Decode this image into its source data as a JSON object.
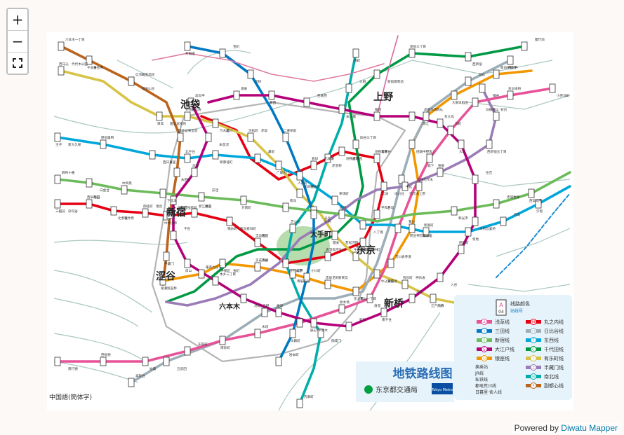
{
  "controls": {
    "zoom_in": "+",
    "zoom_out": "−"
  },
  "attribution": {
    "prefix": "Powered by ",
    "link": "Diwatu Mapper"
  },
  "map": {
    "title": "地铁路线图",
    "operator_toei": "东京都交通局",
    "operator_metro": "Tokyo Metro",
    "language_note": "中国語(簡体字)",
    "legend_header": "线路颜色",
    "legend_sub": "站线号",
    "legend_code_letter": "A",
    "legend_code_num": "04",
    "legend_lines": [
      {
        "code": "A",
        "name": "浅草线",
        "color": "#e85298"
      },
      {
        "code": "I",
        "name": "三田线",
        "color": "#0079c2"
      },
      {
        "code": "S",
        "name": "新宿线",
        "color": "#6cbb5a"
      },
      {
        "code": "E",
        "name": "大江户线",
        "color": "#b6007a"
      },
      {
        "code": "G",
        "name": "银座线",
        "color": "#f39700"
      },
      {
        "code": "M",
        "name": "丸之内线",
        "color": "#e60012"
      },
      {
        "code": "H",
        "name": "日比谷线",
        "color": "#9caeb7"
      },
      {
        "code": "T",
        "name": "东西线",
        "color": "#00a7db"
      },
      {
        "code": "C",
        "name": "千代田线",
        "color": "#009944"
      },
      {
        "code": "Y",
        "name": "有乐町线",
        "color": "#d7c447"
      },
      {
        "code": "Z",
        "name": "半藏门线",
        "color": "#9b7cb6"
      },
      {
        "code": "N",
        "name": "南北线",
        "color": "#00ada9"
      },
      {
        "code": "F",
        "name": "副都心线",
        "color": "#bb641d"
      }
    ],
    "legend_misc": [
      "换乘站",
      "JR线",
      "私铁线",
      "都电荒川线",
      "日暮里·舍人线"
    ],
    "hub_stations": [
      "池袋",
      "上野",
      "新宿",
      "大手町",
      "东京",
      "涩谷",
      "新桥",
      "六本木"
    ],
    "station_labels": [
      "西马込",
      "泉岳寺",
      "白金高轮",
      "目黑",
      "惠比寿",
      "品川",
      "浜松町",
      "大门",
      "神谷町",
      "霞关",
      "日比谷",
      "银座",
      "有乐町",
      "京桥",
      "日本桥",
      "三越前",
      "神田",
      "秋叶原",
      "御徒町",
      "浅草",
      "押上",
      "锦糸町",
      "两国",
      "森下",
      "清澄白河",
      "门前仲町",
      "月岛",
      "丰洲",
      "茗荷谷",
      "后乐园",
      "春日",
      "饭田桥",
      "九段下",
      "神保町",
      "市谷",
      "四谷",
      "赤坂见附",
      "青山一丁目",
      "表参道",
      "明治神宫前",
      "代代木",
      "中野坂上",
      "高田马场",
      "早稻田",
      "护国寺",
      "王子",
      "巢鸭",
      "西日暮里",
      "北千住",
      "新御徒町",
      "藏前",
      "人形町",
      "茅场町",
      "八丁堀",
      "新富町",
      "筑地",
      "月岛",
      "汐留",
      "麻布十番",
      "白金台",
      "中目黑",
      "下北泽",
      "荻洼",
      "方南町",
      "练马",
      "光丘",
      "成增",
      "和光市",
      "赤羽岩渊",
      "西高岛平",
      "高岛平",
      "本莲沼",
      "志村",
      "板桥区役所前",
      "千石",
      "白山",
      "本乡三丁目",
      "汤岛",
      "根津",
      "千驮木",
      "町屋",
      "南千住",
      "三轮",
      "入谷",
      "田原町",
      "本所吾妻桥",
      "住吉",
      "大岛",
      "东大岛",
      "瑞江",
      "篠崎",
      "本八幡",
      "西葛西",
      "葛西",
      "浦安",
      "南行德",
      "西船桥",
      "妙典",
      "东阳町",
      "南砂町",
      "木场",
      "辰巳",
      "新木场",
      "清澄",
      "菊川",
      "森下",
      "滨町",
      "马喰横山",
      "东日本桥",
      "小传马町",
      "岩本町",
      "淡路町",
      "小川町",
      "竹桥",
      "二重桥前",
      "京桥",
      "宝町",
      "东银座",
      "内幸町",
      "御成门",
      "芝公园",
      "赤羽桥",
      "三田",
      "田町",
      "高轮台",
      "五反田",
      "户越",
      "中延",
      "马込",
      "西大井",
      "六本木一丁目",
      "溜池山王",
      "国会议事堂前",
      "永田町",
      "麹町",
      "半藏门",
      "四谷三丁目",
      "新宿御苑前",
      "新宿三丁目",
      "西新宿",
      "都厅前",
      "西新宿五丁目",
      "初台",
      "幡谷",
      "笹冢",
      "代代木上原",
      "代代木公园",
      "千驮谷",
      "信浓町",
      "国立竞技场",
      "外苑前",
      "乃木坂",
      "赤坂",
      "广尾",
      "东新宿",
      "若松河田",
      "牛込柳町",
      "牛込神乐坂",
      "神乐坂",
      "江户川桥",
      "东池袋",
      "杂司谷",
      "西早稻田",
      "北参道",
      "落合",
      "中井",
      "新江古田",
      "练马春日町",
      "丰岛园",
      "小竹向原",
      "千川",
      "要町",
      "平和台",
      "冰川台",
      "地铁赤冢",
      "地铁成增",
      "北绫濑",
      "绫濑",
      "亀有",
      "金町",
      "京成高砂",
      "青砥",
      "新柴又",
      "东大和",
      "荒川",
      "日暮里",
      "莺谷",
      "田端",
      "驹込",
      "大冢",
      "目白",
      "新大久保",
      "原宿"
    ]
  }
}
